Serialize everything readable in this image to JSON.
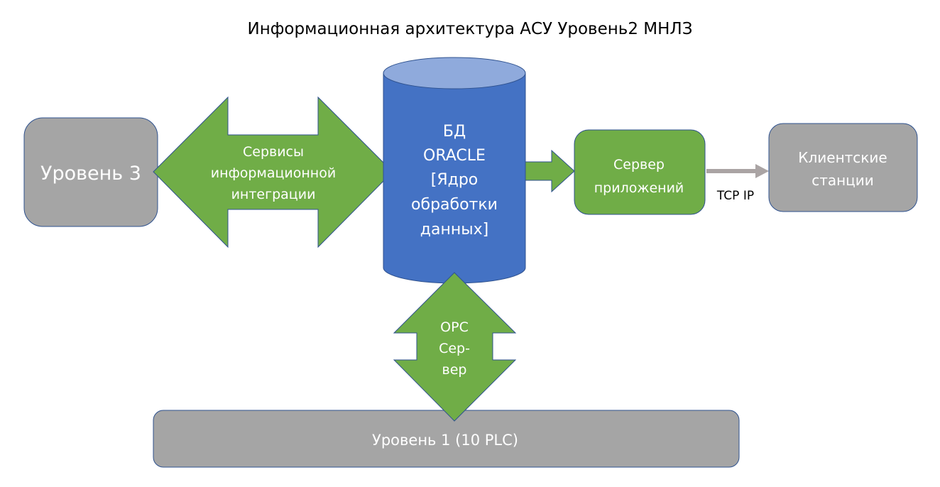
{
  "title": "Информационная архитектура АСУ Уровень2 МНЛЗ",
  "colors": {
    "gray_box": "#a5a5a5",
    "green": "#70ad47",
    "blue": "#4472c4",
    "blue_top": "#8faadc",
    "outline": "#2f528f",
    "arrow_gray": "#aaa4a4"
  },
  "nodes": {
    "level3": {
      "label": "Уровень 3"
    },
    "integration": {
      "lines": [
        "Сервисы",
        "информационной",
        "интеграции"
      ]
    },
    "database": {
      "lines": [
        "БД",
        "ORACLE",
        "[Ядро",
        "обработки",
        "данных]"
      ]
    },
    "app_server": {
      "lines": [
        "Сервер",
        "приложений"
      ]
    },
    "clients": {
      "lines": [
        "Клиентские",
        "станции"
      ]
    },
    "opc": {
      "lines": [
        "OPC",
        "Сер-",
        "вер"
      ]
    },
    "level1": {
      "label": "Уровень 1 (10 PLC)"
    }
  },
  "edges": {
    "tcp": {
      "label": "TCP IP"
    }
  }
}
